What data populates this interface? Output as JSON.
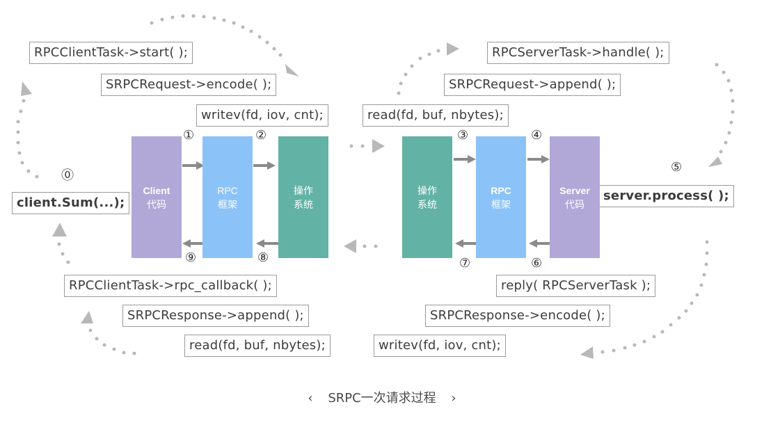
{
  "diagram": {
    "caption": {
      "prev": "‹",
      "title": "SRPC一次请求过程",
      "next": "›"
    },
    "colors": {
      "client_server_code": "#b1a8d8",
      "rpc_framework": "#8bc2f8",
      "operating_system": "#62b2a6",
      "arrow": "#8a8a8a",
      "dotted_path": "#b8b8b8"
    },
    "client_side": {
      "blocks": [
        {
          "line1": "Client",
          "line2": "代码"
        },
        {
          "line1": "RPC",
          "line2": "框架"
        },
        {
          "line1": "操作",
          "line2": "系统"
        }
      ],
      "entry_call": "client.Sum(...);",
      "request_calls": [
        "RPCClientTask->start( );",
        "SRPCRequest->encode( );",
        "writev(fd, iov, cnt);"
      ],
      "response_calls": [
        "RPCClientTask->rpc_callback( );",
        "SRPCResponse->append( );",
        "read(fd, buf, nbytes);"
      ]
    },
    "server_side": {
      "blocks": [
        {
          "line1": "操作",
          "line2": "系统"
        },
        {
          "line1": "RPC",
          "line2": "框架"
        },
        {
          "line1": "Server",
          "line2": "代码"
        }
      ],
      "process_call": "server.process( );",
      "request_calls": [
        "RPCServerTask->handle( );",
        "SRPCRequest->append( );",
        "read(fd, buf, nbytes);"
      ],
      "response_calls": [
        "reply( RPCServerTask );",
        "SRPCResponse->encode( );",
        "writev(fd, iov, cnt);"
      ]
    },
    "step_markers": [
      "⓪",
      "①",
      "②",
      "③",
      "④",
      "⑤",
      "⑥",
      "⑦",
      "⑧",
      "⑨"
    ]
  }
}
